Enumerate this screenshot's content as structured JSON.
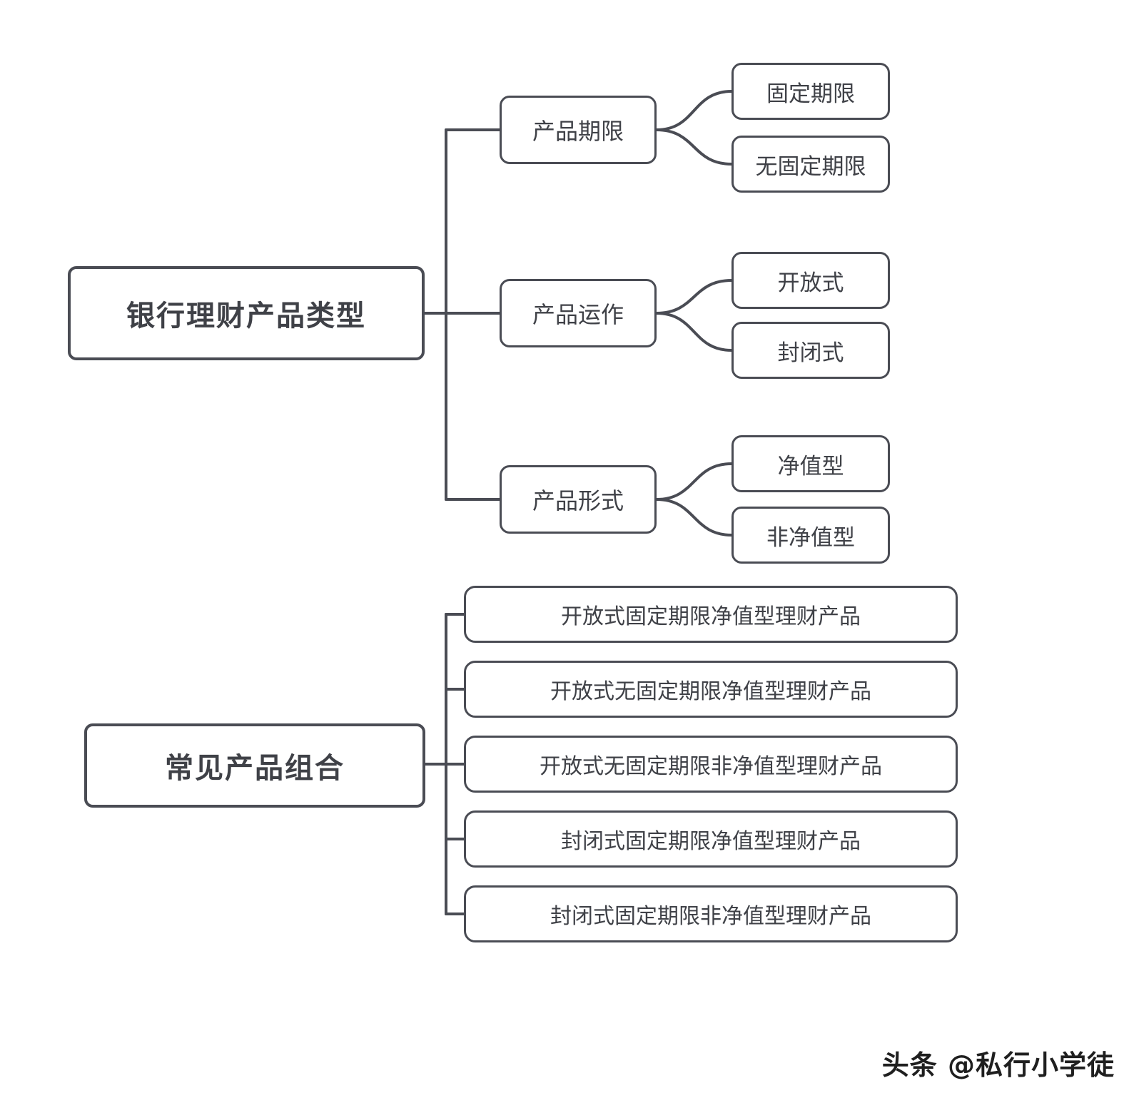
{
  "colors": {
    "line": "#4a4c54",
    "box_border": "#4a4c54",
    "text": "#3f4147",
    "background": "#ffffff"
  },
  "tree1": {
    "root": "银行理财产品类型",
    "branches": [
      {
        "label": "产品期限",
        "children": [
          "固定期限",
          "无固定期限"
        ]
      },
      {
        "label": "产品运作",
        "children": [
          "开放式",
          "封闭式"
        ]
      },
      {
        "label": "产品形式",
        "children": [
          "净值型",
          "非净值型"
        ]
      }
    ]
  },
  "tree2": {
    "root": "常见产品组合",
    "items": [
      "开放式固定期限净值型理财产品",
      "开放式无固定期限净值型理财产品",
      "开放式无固定期限非净值型理财产品",
      "封闭式固定期限净值型理财产品",
      "封闭式固定期限非净值型理财产品"
    ]
  },
  "watermark": "头条 @私行小学徒"
}
